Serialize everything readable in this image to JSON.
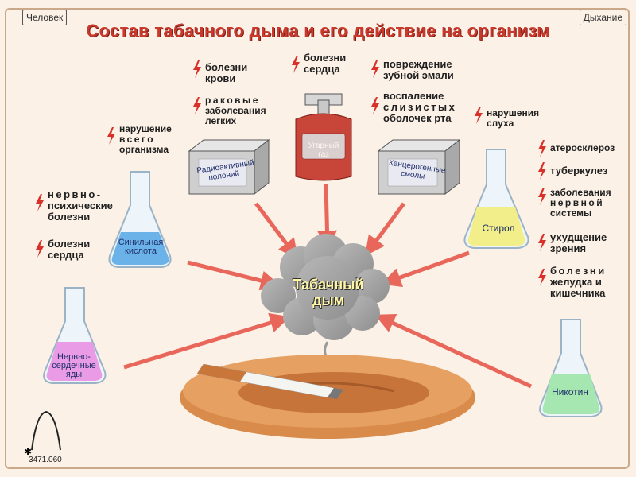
{
  "header": {
    "left_tag": "Человек",
    "right_tag": "Дыхание",
    "title": "Состав табачного дыма и его действие на организм"
  },
  "center": {
    "smoke_line1": "Табачный",
    "smoke_line2": "дым"
  },
  "substances": {
    "radioactive": "Радиоактивный\nполоний",
    "carbon_monoxide": "Угарный\nгаз",
    "carcinogens": "Канцерогенные\nсмолы",
    "cyanide": "Синильная\nкислота",
    "styrene": "Стирол",
    "nerve_poisons": "Нервно-\nсердечные\nяды",
    "nicotine": "Никотин"
  },
  "effects": {
    "blood": "болезни\nкрови",
    "lung_cancer_1": "раковые",
    "lung_cancer_2": "заболевания\nлегких",
    "heart_top": "болезни\nсердца",
    "enamel": "повреждение\nзубной эмали",
    "mucosa_1": "воспаление",
    "mucosa_2": "слизистых",
    "mucosa_3": "оболочек рта",
    "hearing": "нарушения\nслуха",
    "organism_1": "нарушение",
    "organism_2": "всего",
    "organism_3": "организма",
    "neuro_1": "нервно-",
    "neuro_2": "психические\nболезни",
    "heart_left": "болезни\nсердца",
    "atherosclerosis": "атеросклероз",
    "tuberculosis": "туберкулез",
    "nervous_1": "заболевания",
    "nervous_2": "нервной",
    "nervous_3": "системы",
    "vision": "ухудщение\nзрения",
    "stomach_1": "болезни",
    "stomach_2": "желудка и",
    "stomach_3": "кишечника"
  },
  "footer": {
    "code": "3471.060"
  },
  "colors": {
    "title": "#c93a2c",
    "arrow": "#e8665a",
    "bolt": "#d9312a",
    "box": "#cfcfcf",
    "extinguisher": "#c8453a",
    "ashtray": "#e6a162"
  }
}
